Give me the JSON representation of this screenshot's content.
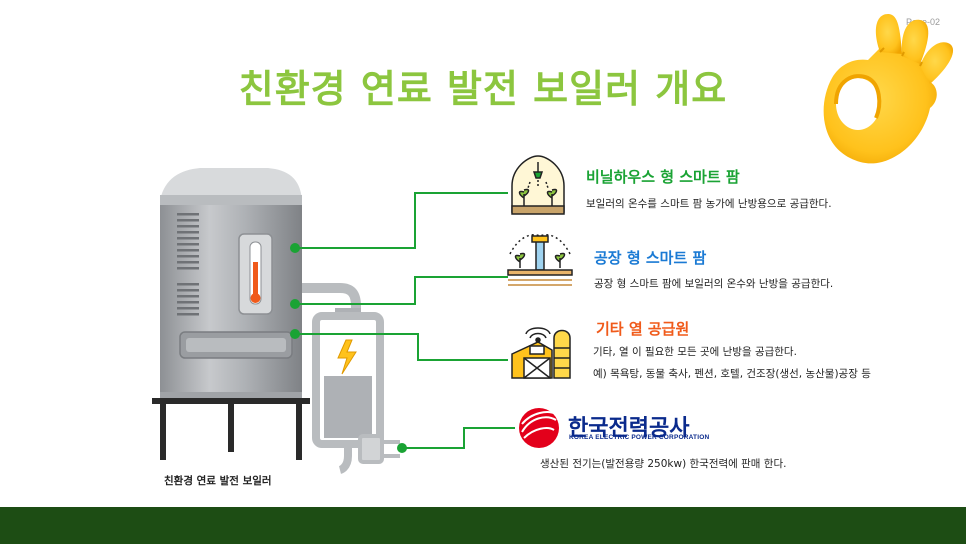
{
  "page": {
    "number": "Page-02",
    "title": "친환경 연료 발전 보일러 개요"
  },
  "colors": {
    "title": "#8cc63f",
    "connector": "#1aa334",
    "greenhouse_title": "#1aa334",
    "factory_title": "#1a7ad4",
    "other_title": "#f05a1a",
    "kepco_red": "#e3001b",
    "kepco_blue": "#0a2a8c",
    "footer": "#1d4d14"
  },
  "sections": {
    "greenhouse": {
      "icon": "greenhouse-icon",
      "title": "비닐하우스 형 스마트 팜",
      "desc": "보일러의 온수를 스마트 팜 농가에 난방용으로 공급한다."
    },
    "factory": {
      "icon": "sprinkler-farm-icon",
      "title": "공장 형 스마트 팜",
      "desc": "공장 형 스마트 팜에 보일러의 온수와 난방을 공급한다."
    },
    "other": {
      "icon": "barn-icon",
      "title": "기타 열 공급원",
      "desc1": "기타, 열 이 필요한 모든 곳에 난방을 공급한다.",
      "desc2": "예) 목욕탕, 동물 축사, 펜션, 호텔, 건조장(생선, 농산물)공장 등"
    },
    "kepco": {
      "icon": "kepco-logo",
      "name": "한국전력공사",
      "name_en": "KOREA ELECTRIC POWER CORPORATION",
      "desc": "생산된 전기는(발전용량 250kw) 한국전력에 판매 한다."
    }
  },
  "boiler": {
    "caption": "친환경 연료 발전 보일러"
  }
}
